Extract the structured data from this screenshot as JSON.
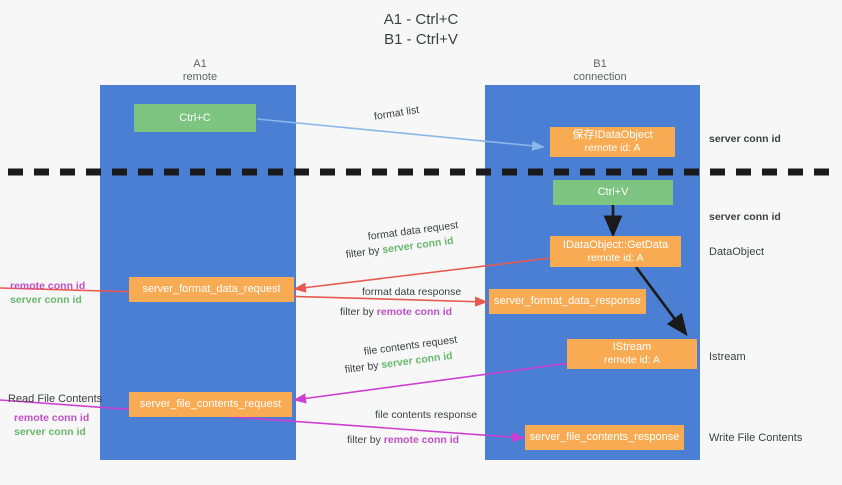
{
  "title": {
    "line1": "A1 - Ctrl+C",
    "line2": "B1 - Ctrl+V"
  },
  "colors": {
    "lane": "#4a7fd4",
    "green_box": "#7cc47f",
    "orange_box": "#f9ab54",
    "server_conn_id": "#69b76d",
    "remote_conn_id": "#c050c8",
    "arrow_blue": "#8ab7e8",
    "arrow_red": "#e8594f",
    "arrow_magenta": "#cc3fd0",
    "arrow_dark": "#1a1a1a",
    "background": "#f7f7f7"
  },
  "columns": [
    {
      "name": "A1",
      "sub": "remote"
    },
    {
      "name": "B1",
      "sub": "connection"
    }
  ],
  "boxes": {
    "ctrl_c": {
      "label": "Ctrl+C",
      "kind": "green"
    },
    "save_idataobject": {
      "label": "保存IDataObject",
      "sub": "remote id: A",
      "kind": "orange"
    },
    "ctrl_v": {
      "label": "Ctrl+V",
      "kind": "green"
    },
    "getdata": {
      "label": "IDataObject::GetData",
      "sub": "remote id: A",
      "kind": "orange"
    },
    "istream": {
      "label": "IStream",
      "sub": "remote id: A",
      "kind": "orange"
    },
    "server_format_data_request": {
      "label": "server_format_data_request",
      "kind": "orange"
    },
    "server_format_data_response": {
      "label": "server_format_data_response",
      "kind": "orange"
    },
    "server_file_contents_request": {
      "label": "server_file_contents_request",
      "kind": "orange"
    },
    "server_file_contents_response": {
      "label": "server_file_contents_response",
      "kind": "orange"
    }
  },
  "arrow_labels": {
    "format_list": "format list",
    "format_data_request": "format data request",
    "format_data_request_filter_prefix": "filter by ",
    "format_data_request_filter_key": "server conn id",
    "format_data_response": "format data response",
    "format_data_response_filter_prefix": "filter by ",
    "format_data_response_filter_key": "remote conn id",
    "file_contents_request": "file contents request",
    "file_contents_request_filter_prefix": "filter by ",
    "file_contents_request_filter_key": "server conn id",
    "file_contents_response": "file contents response",
    "file_contents_response_filter_prefix": "filter by ",
    "file_contents_response_filter_key": "remote conn id"
  },
  "right_annotations": {
    "server_conn_id_top": "server conn id",
    "server_conn_id_mid": "server conn id",
    "dataobject": "DataObject",
    "istream": "Istream",
    "write_file_contents": "Write File Contents"
  },
  "left_annotations": {
    "remote_conn_id_upper": "remote conn id",
    "server_conn_id_upper": "server conn id",
    "read_file_contents": "Read File Contents",
    "remote_conn_id_lower": "remote conn id",
    "server_conn_id_lower": "server conn id"
  }
}
